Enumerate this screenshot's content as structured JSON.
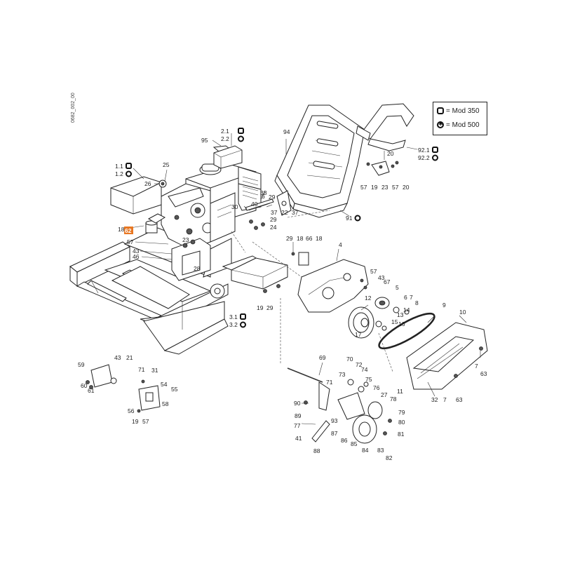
{
  "doc_id": "0682_002_00",
  "legend": {
    "mod350": "= Mod 350",
    "mod500": "= Mod 500"
  },
  "highlight_label": "62",
  "labels": {
    "l95": "95",
    "l2_1": "2.1",
    "l2_2": "2.2",
    "l94": "94",
    "l1_1": "1.1",
    "l1_2": "1.2",
    "l25": "25",
    "l26": "26",
    "l38": "38",
    "l40": "40",
    "l30": "30",
    "l6": "6",
    "l29a": "29",
    "l37a": "37",
    "l22": "22",
    "l37b": "37",
    "l29b": "29",
    "l24": "24",
    "l91": "91",
    "l18a": "18",
    "l57a": "57",
    "l23a": "23",
    "l43a": "43",
    "l46": "46",
    "l28": "28",
    "l20a": "20",
    "l92_1": "92.1",
    "l92_2": "92.2",
    "l57b": "57",
    "l19a": "19",
    "l23b": "23",
    "l57c": "57",
    "l20b": "20",
    "l29c": "29",
    "l18b": "18",
    "l66": "66",
    "l18c": "18",
    "l4": "4",
    "l57d": "57",
    "l43b": "43",
    "l67": "67",
    "l5": "5",
    "l12": "12",
    "l6b": "6",
    "l7a": "7",
    "l8": "8",
    "l13": "13",
    "l14": "14",
    "l15": "15",
    "l16": "16",
    "l17": "17",
    "l9": "9",
    "l10": "10",
    "l19b": "19",
    "l29d": "29",
    "l3_1": "3.1",
    "l3_2": "3.2",
    "l7b": "7",
    "l63a": "63",
    "l59": "59",
    "l43c": "43",
    "l21": "21",
    "l60": "60",
    "l61": "61",
    "l71a": "71",
    "l31": "31",
    "l54": "54",
    "l55": "55",
    "l56": "56",
    "l58": "58",
    "l19c": "19",
    "l57e": "57",
    "l69": "69",
    "l70": "70",
    "l72": "72",
    "l73": "73",
    "l74": "74",
    "l71b": "71",
    "l75": "75",
    "l76": "76",
    "l27": "27",
    "l11": "11",
    "l32": "32",
    "l7c": "7",
    "l63b": "63",
    "l90": "90",
    "l89": "89",
    "l93": "93",
    "l78": "78",
    "l79": "79",
    "l80": "80",
    "l77": "77",
    "l87": "87",
    "l86": "86",
    "l85": "85",
    "l84": "84",
    "l81": "81",
    "l83": "83",
    "l82": "82",
    "l41": "41",
    "l88": "88"
  }
}
